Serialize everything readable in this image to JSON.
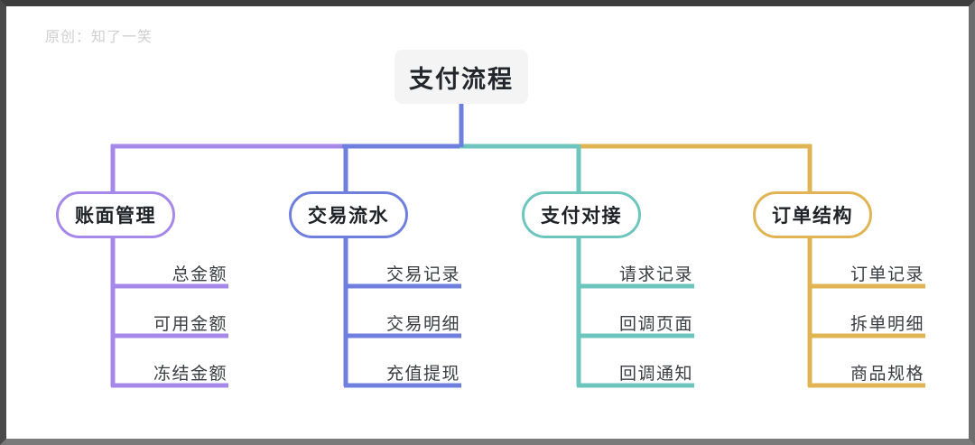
{
  "page": {
    "watermark": "原创：知了一笑",
    "background": "#ffffff",
    "frame_color": "#4a4a4a"
  },
  "diagram": {
    "type": "mindmap-tree",
    "root": {
      "label": "支付流程",
      "fill": "#f4f4f4",
      "text_color": "#23262b"
    },
    "branches": [
      {
        "label": "账面管理",
        "color": "#a688e8",
        "children": [
          {
            "label": "总金额"
          },
          {
            "label": "可用金额"
          },
          {
            "label": "冻结金额"
          }
        ]
      },
      {
        "label": "交易流水",
        "color": "#6f7fdd",
        "children": [
          {
            "label": "交易记录"
          },
          {
            "label": "交易明细"
          },
          {
            "label": "充值提现"
          }
        ]
      },
      {
        "label": "支付对接",
        "color": "#6cc6bd",
        "children": [
          {
            "label": "请求记录"
          },
          {
            "label": "回调页面"
          },
          {
            "label": "回调通知"
          }
        ]
      },
      {
        "label": "订单结构",
        "color": "#e0b452",
        "children": [
          {
            "label": "订单记录"
          },
          {
            "label": "拆单明细"
          },
          {
            "label": "商品规格"
          }
        ]
      }
    ]
  }
}
